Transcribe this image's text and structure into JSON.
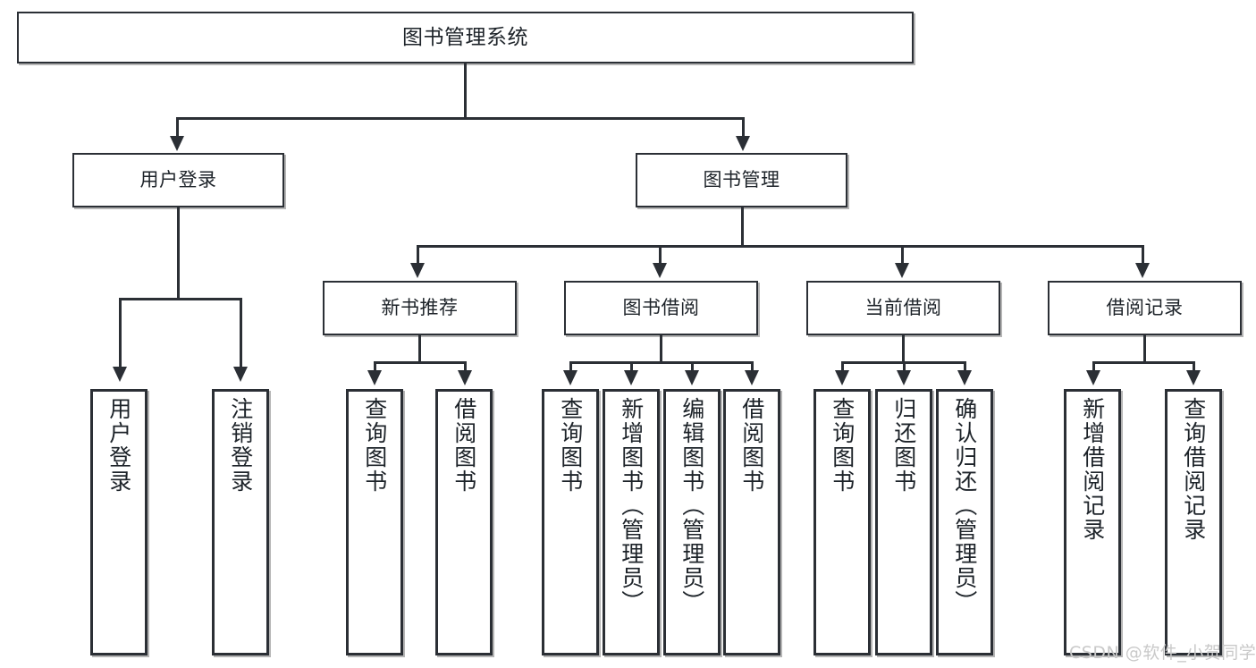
{
  "diagram": {
    "type": "tree-hierarchy-chart",
    "title": "图书管理系统",
    "accent_border_color": "#2b2f35",
    "background_color": "#ffffff",
    "text_color": "#1d2329"
  },
  "root": {
    "label": "图书管理系统"
  },
  "level2": [
    {
      "label": "用户登录"
    },
    {
      "label": "图书管理"
    }
  ],
  "level3": [
    {
      "label": "新书推荐"
    },
    {
      "label": "图书借阅"
    },
    {
      "label": "当前借阅"
    },
    {
      "label": "借阅记录"
    }
  ],
  "leaves": {
    "user_login": [
      {
        "label": "用户登录"
      },
      {
        "label": "注销登录"
      }
    ],
    "new_book": [
      {
        "label": "查询图书"
      },
      {
        "label": "借阅图书"
      }
    ],
    "book_borrow": [
      {
        "label": "查询图书"
      },
      {
        "label": "新增图书（管理员）"
      },
      {
        "label": "编辑图书（管理员）"
      },
      {
        "label": "借阅图书"
      }
    ],
    "current_borrow": [
      {
        "label": "查询图书"
      },
      {
        "label": "归还图书"
      },
      {
        "label": "确认归还（管理员）"
      }
    ],
    "borrow_record": [
      {
        "label": "新增借阅记录"
      },
      {
        "label": "查询借阅记录"
      }
    ]
  },
  "watermark": {
    "text": "CSDN @软件_小贺同学"
  }
}
